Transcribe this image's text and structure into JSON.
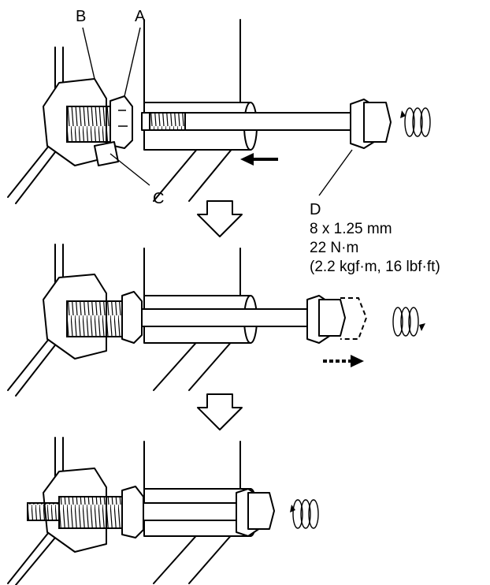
{
  "callouts": {
    "A": "A",
    "B": "B",
    "C": "C",
    "D": "D"
  },
  "spec": {
    "size": "8 x 1.25 mm",
    "torque": "22 N·m",
    "torque_alt": "(2.2 kgf·m, 16 lbf·ft)"
  },
  "icons": [
    "arrow-left-icon",
    "arrow-right-dashed-icon",
    "step-down-arrow-icon",
    "rotation-icon"
  ]
}
